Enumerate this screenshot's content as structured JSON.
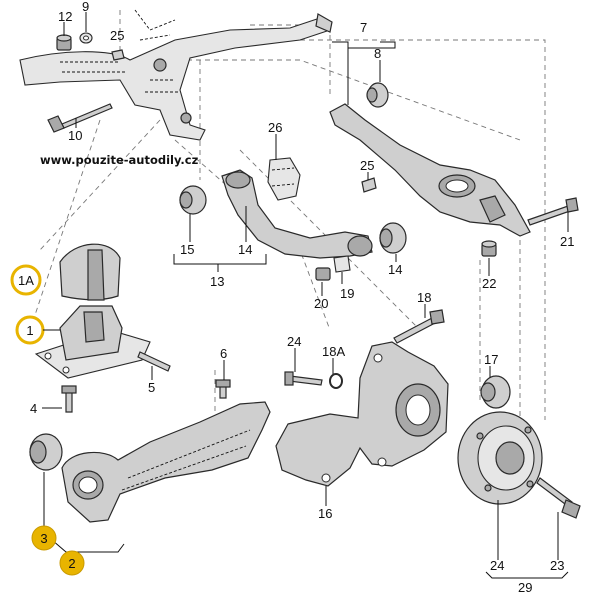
{
  "watermark": "www.pouzite-autodily.cz",
  "highlight_color": "#e8b400",
  "callouts": {
    "c12": "12",
    "c9": "9",
    "c25a": "25",
    "c10": "10",
    "c7": "7",
    "c8": "8",
    "c26": "26",
    "c25b": "25",
    "c15": "15",
    "c14a": "14",
    "c14b": "14",
    "c13": "13",
    "c21": "21",
    "c22": "22",
    "c20": "20",
    "c19": "19",
    "c18": "18",
    "c24a": "24",
    "c18A": "18A",
    "c6": "6",
    "c17": "17",
    "c5": "5",
    "c4": "4",
    "c16": "16",
    "c24b": "24",
    "c23": "23",
    "c29": "29"
  },
  "highlighted": {
    "h1A": "1A",
    "h1": "1",
    "h3": "3",
    "h2": "2"
  }
}
